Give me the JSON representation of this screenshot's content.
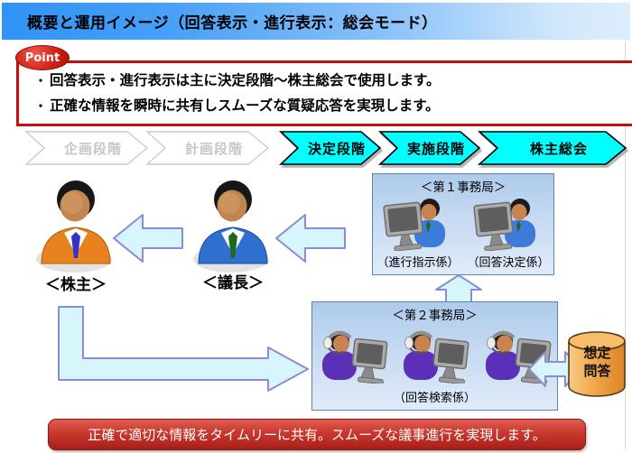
{
  "header": {
    "title": "概要と運用イメージ（回答表示・進行表示：総会モード）"
  },
  "point": {
    "badge": "Point",
    "bullet": "・",
    "bullets": [
      "回答表示・進行表示は主に決定段階～株主総会で使用します。",
      "正確な情報を瞬時に共有しスムーズな質疑応答を実現します。"
    ]
  },
  "stages": [
    {
      "label": "企画段階",
      "active": false
    },
    {
      "label": "計画段階",
      "active": false
    },
    {
      "label": "決定段階",
      "active": true
    },
    {
      "label": "実施段階",
      "active": true
    },
    {
      "label": "株主総会",
      "active": true
    }
  ],
  "actors": {
    "shareholder_label": "＜株主＞",
    "chairman_label": "＜議長＞"
  },
  "office1": {
    "title": "＜第１事務局＞",
    "roles": [
      "（進行指示係）",
      "（回答決定係）"
    ]
  },
  "office2": {
    "title": "＜第２事務局＞",
    "role": "（回答検索係）"
  },
  "database": {
    "line1": "想定",
    "line2": "問答"
  },
  "footer": {
    "text": "正確で適切な情報をタイムリーに共有。スムーズな議事進行を実現します。"
  },
  "icons": {
    "shareholder": "businessman-orange-suit-icon",
    "chairman": "businessman-blue-suit-icon",
    "office1_staff": "operator-at-pc-icon",
    "office2_staff": "headset-operator-at-pc-icon",
    "database": "database-cylinder-icon",
    "flow": [
      "left-arrow-icon",
      "up-arrow-icon",
      "elbow-arrow-icon",
      "double-arrow-icon"
    ]
  },
  "colors": {
    "title_bar_blue": "#2F93F6",
    "stage_active_cyan": "#00FFFF",
    "stage_inactive_gray": "#C6C6C6",
    "point_red": "#C21010",
    "panel_fill": "#C6DAF2",
    "panel_border": "#5C85B5",
    "arrow_fill": "#D7F6FB",
    "arrow_stroke": "#8B8BD8",
    "db_orange": "#EFA246",
    "banner_red": "#A81F18"
  }
}
